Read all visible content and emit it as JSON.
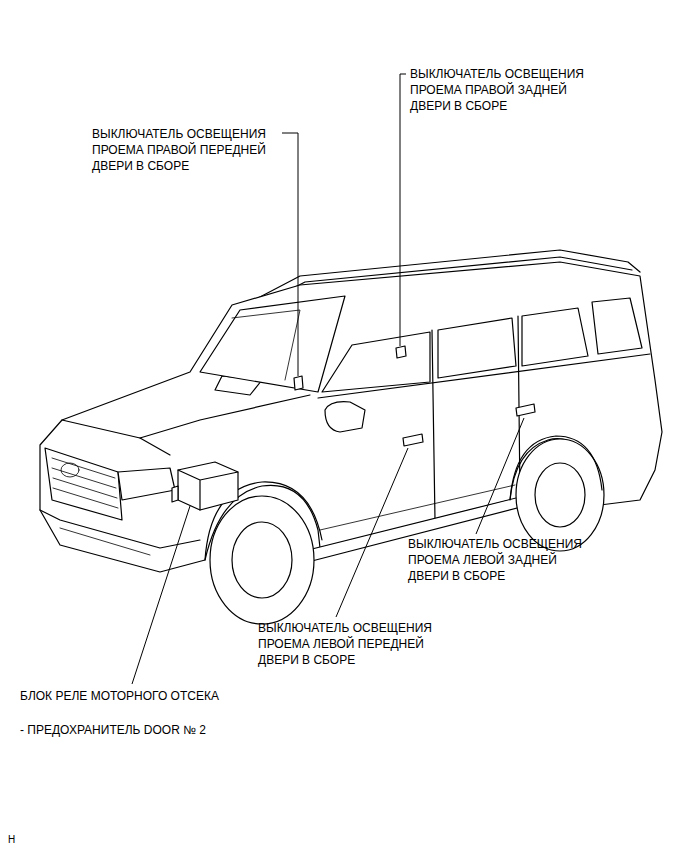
{
  "diagram": {
    "labels": [
      "ВЫКЛЮЧАТЕЛЬ ОСВЕЩЕНИЯ ПРОЕМА ПРАВОЙ ЗАДНЕЙ ДВЕРИ В СБОРЕ",
      "ВЫКЛЮЧАТЕЛЬ ОСВЕЩЕНИЯ ПРОЕМА ПРАВОЙ ПЕРЕДНЕЙ ДВЕРИ В СБОРЕ",
      "ВЫКЛЮЧАТЕЛЬ ОСВЕЩЕНИЯ ПРОЕМА ЛЕВОЙ ЗАДНЕЙ ДВЕРИ В СБОРЕ",
      "ВЫКЛЮЧАТЕЛЬ ОСВЕЩЕНИЯ ПРОЕМА ЛЕВОЙ ПЕРЕДНЕЙ ДВЕРИ В СБОРЕ",
      "БЛОК РЕЛЕ МОТОРНОГО ОТСЕКА",
      "- ПРЕДОХРАНИТЕЛЬ DOOR № 2",
      "H"
    ]
  }
}
